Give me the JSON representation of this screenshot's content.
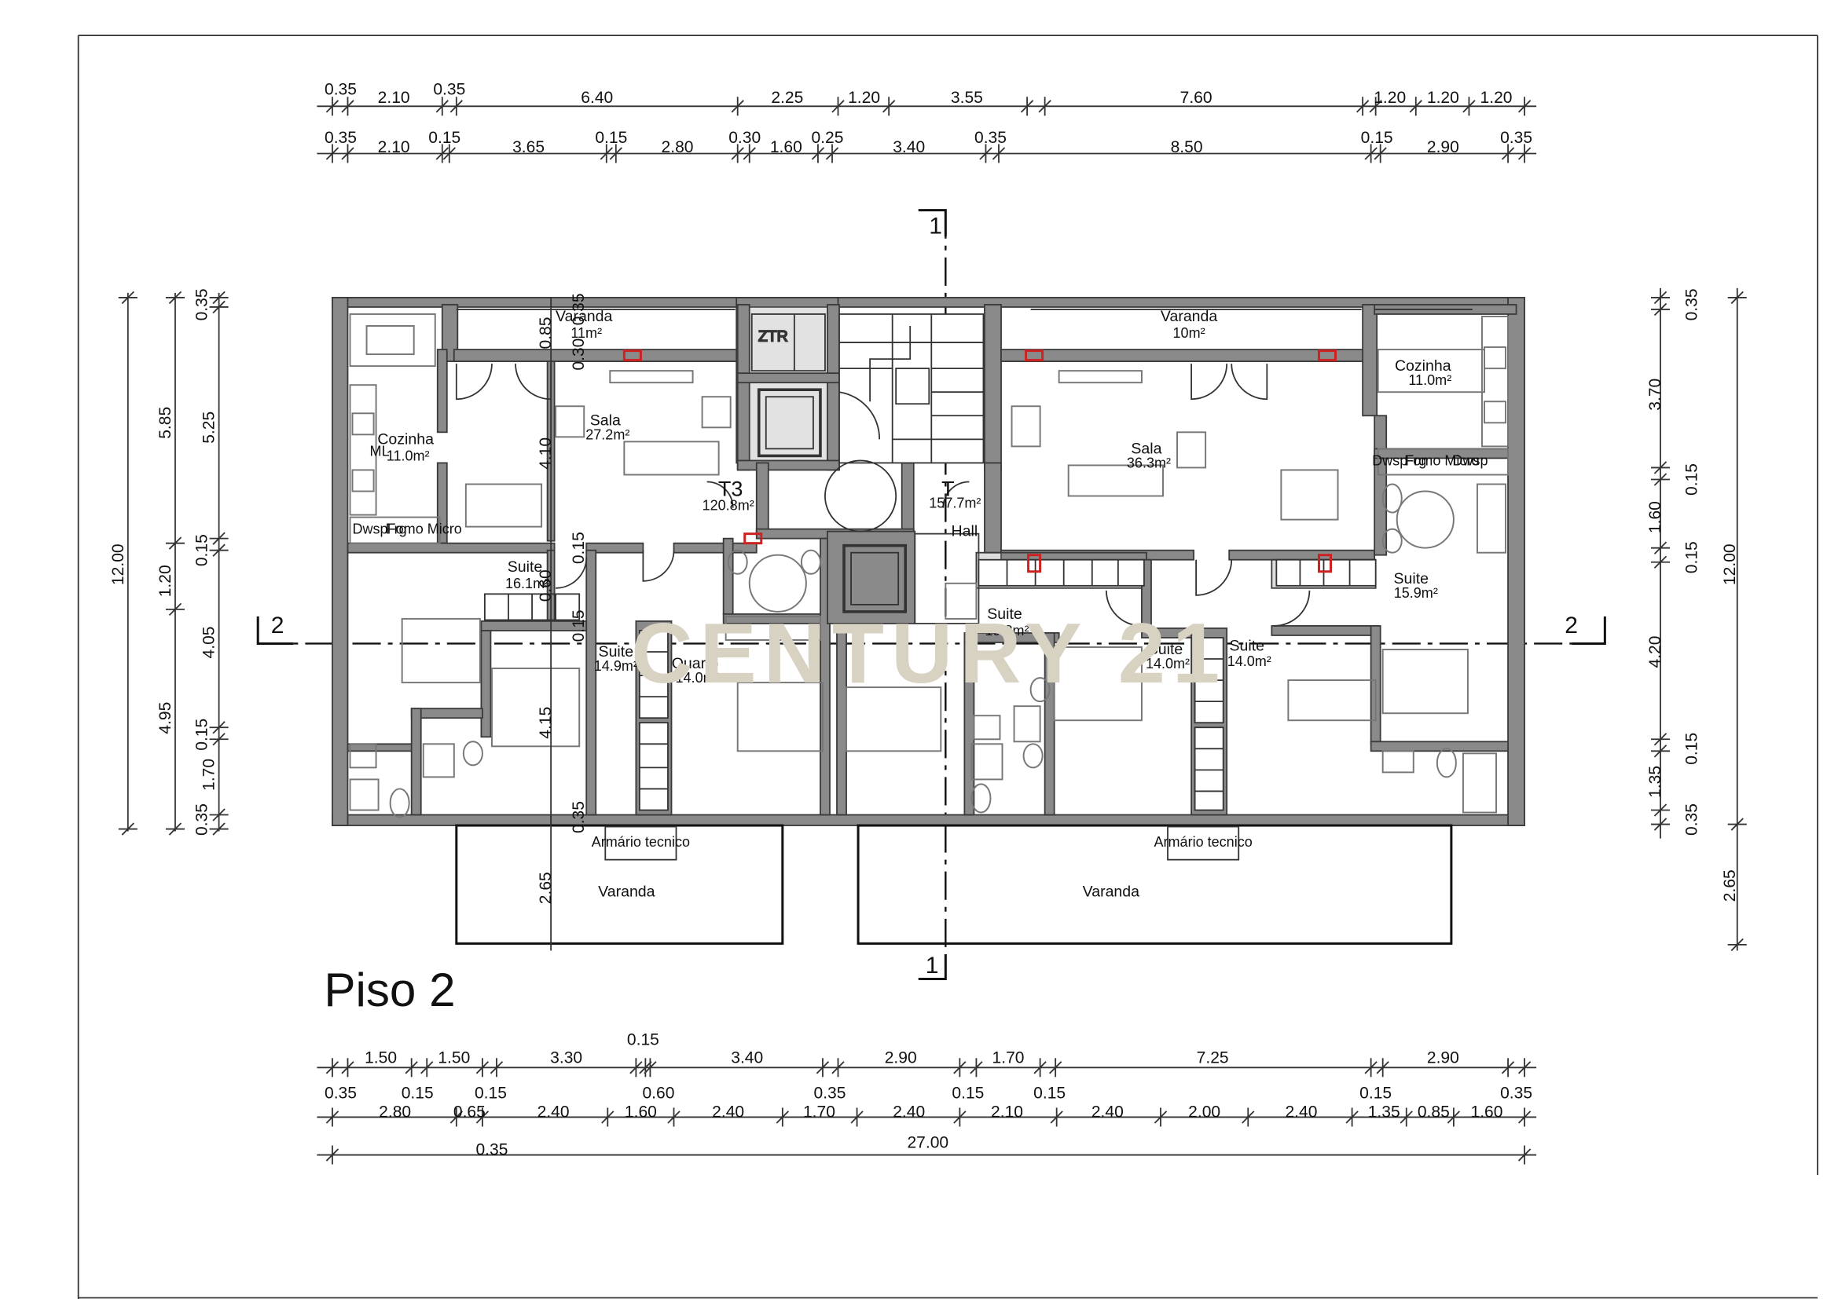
{
  "drawing": {
    "title": "Piso 2",
    "watermark": "CENTURY 21",
    "section_marks": {
      "vertical": "1",
      "horizontal": "2"
    }
  },
  "rooms": {
    "left_varanda_top": {
      "label": "Varanda",
      "area": "11m²"
    },
    "left_cozinha": {
      "label": "Cozinha",
      "area": "11.0m²"
    },
    "left_sala": {
      "label": "Sala",
      "area": "27.2m²"
    },
    "left_type": {
      "label": "T3",
      "area": "120.8m²"
    },
    "left_suite_1": {
      "label": "Suite",
      "area": "16.1m²"
    },
    "left_suite_2": {
      "label": "Suite",
      "area": "14.9m²"
    },
    "left_quarto": {
      "label": "Quarto",
      "area": "14.0m²"
    },
    "ztr": {
      "label": "ZTR"
    },
    "hall": {
      "label": "Hall"
    },
    "right_type": {
      "label": "T",
      "area": "157.7m²"
    },
    "right_varanda_top": {
      "label": "Varanda",
      "area": "10m²"
    },
    "right_sala": {
      "label": "Sala",
      "area": "36.3m²"
    },
    "right_cozinha": {
      "label": "Cozinha",
      "area": "11.0m²"
    },
    "right_suite_1": {
      "label": "Suite",
      "area": "19.8m²"
    },
    "right_suite_2": {
      "label": "Suite",
      "area": "14.0m²"
    },
    "right_suite_3": {
      "label": "Suite",
      "area": "14.0m²"
    },
    "right_suite_4": {
      "label": "Suite",
      "area": "15.9m²"
    },
    "armario_left": {
      "label": "Armário tecnico"
    },
    "armario_right": {
      "label": "Armário tecnico"
    },
    "varanda_bottom_left": {
      "label": "Varanda"
    },
    "varanda_bottom_right": {
      "label": "Varanda"
    }
  },
  "appliances": {
    "left_dw": "Dwsp",
    "left_fg": "Frg",
    "left_mw": "Fomo Micro",
    "right_dw": "Dwsp",
    "right_fg": "Frg",
    "right_mw": "Fomo Micro",
    "right_dw2": "Dwsp",
    "mrk": "ML"
  },
  "dimensions": {
    "top_row_1": [
      "0.35",
      "2.10",
      "0.35",
      "6.40",
      "2.25",
      "1.20",
      "3.55",
      "7.60",
      "1.20",
      "1.20",
      "1.20"
    ],
    "top_row_2": [
      "0.35",
      "2.10",
      "0.15",
      "3.65",
      "0.15",
      "2.80",
      "0.30",
      "1.60",
      "0.25",
      "3.40",
      "0.35",
      "8.50",
      "0.15",
      "2.90",
      "0.35"
    ],
    "bottom_row_1_above": [
      "0.15"
    ],
    "bottom_row_1": [
      "1.50",
      "1.50",
      "3.30",
      "3.40",
      "2.90",
      "1.70",
      "7.25",
      "2.90"
    ],
    "bottom_row_1_below": [
      "0.35",
      "0.15",
      "0.15",
      "0.60",
      "0.35",
      "0.15",
      "0.15",
      "0.15",
      "0.35"
    ],
    "bottom_row_2": [
      "2.80",
      "0.65",
      "2.40",
      "1.60",
      "2.40",
      "1.70",
      "2.40",
      "2.10",
      "2.40",
      "2.00",
      "2.40",
      "1.35",
      "0.85",
      "1.60"
    ],
    "bottom_row_3": [
      "0.35",
      "27.00"
    ],
    "left_outer": "12.00",
    "left_row_1": [
      "5.85",
      "1.20",
      "4.95"
    ],
    "left_row_2": [
      "0.35",
      "5.25",
      "0.15",
      "4.05",
      "0.15",
      "1.70",
      "0.35"
    ],
    "interior": [
      "0.85",
      "0.30",
      "0.35",
      "4.10",
      "0.15",
      "0.60",
      "0.15",
      "4.15",
      "0.35",
      "2.65"
    ],
    "right_row_1": [
      "0.35",
      "3.70",
      "0.15",
      "1.60",
      "0.15",
      "4.20",
      "0.15",
      "1.35",
      "0.35"
    ],
    "right_outer": "12.00",
    "right_below": "2.65"
  },
  "colors": {
    "wall_fill": "#8a8a8a",
    "ink": "#111111",
    "marker": "#cc2222",
    "watermark": "#d8d2c2"
  }
}
